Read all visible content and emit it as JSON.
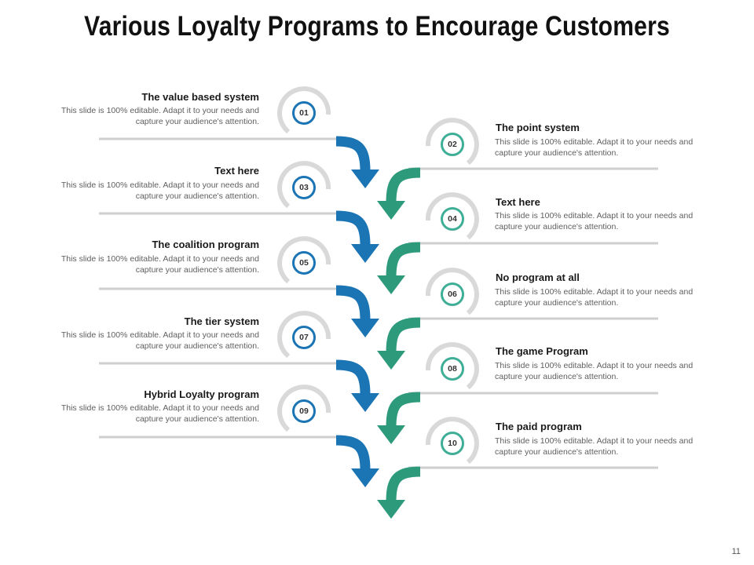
{
  "title": "Various Loyalty Programs to Encourage Customers",
  "page_number": "11",
  "colors": {
    "blue": "#1b74b4",
    "green": "#2e9a7c",
    "ring": "#d9d9d9",
    "line": "#cfcfcf"
  },
  "left_items": [
    {
      "number": "01",
      "title": "The value based system",
      "desc": "This slide is 100% editable. Adapt it to your needs and capture your audience's attention."
    },
    {
      "number": "03",
      "title": "Text here",
      "desc": "This slide is 100% editable. Adapt it to your needs and capture your audience's attention."
    },
    {
      "number": "05",
      "title": "The coalition program",
      "desc": "This slide is 100% editable. Adapt it to your needs and capture your audience's attention."
    },
    {
      "number": "07",
      "title": "The tier system",
      "desc": "This slide is 100% editable. Adapt it to your needs and capture your audience's attention."
    },
    {
      "number": "09",
      "title": "Hybrid Loyalty  program",
      "desc": "This slide is 100% editable. Adapt it to your needs and capture your audience's attention."
    }
  ],
  "right_items": [
    {
      "number": "02",
      "title": "The point system",
      "desc": "This slide is 100% editable. Adapt it to your needs and capture your audience's attention."
    },
    {
      "number": "04",
      "title": "Text here",
      "desc": "This slide is 100% editable. Adapt it to your needs and capture your audience's attention."
    },
    {
      "number": "06",
      "title": "No program at all",
      "desc": "This slide is 100% editable. Adapt it to your needs and capture your audience's attention."
    },
    {
      "number": "08",
      "title": "The game Program",
      "desc": "This slide is 100% editable. Adapt it to your needs and capture your audience's attention."
    },
    {
      "number": "10",
      "title": "The paid program",
      "desc": "This slide is 100% editable. Adapt it to your needs and capture your audience's attention."
    }
  ]
}
